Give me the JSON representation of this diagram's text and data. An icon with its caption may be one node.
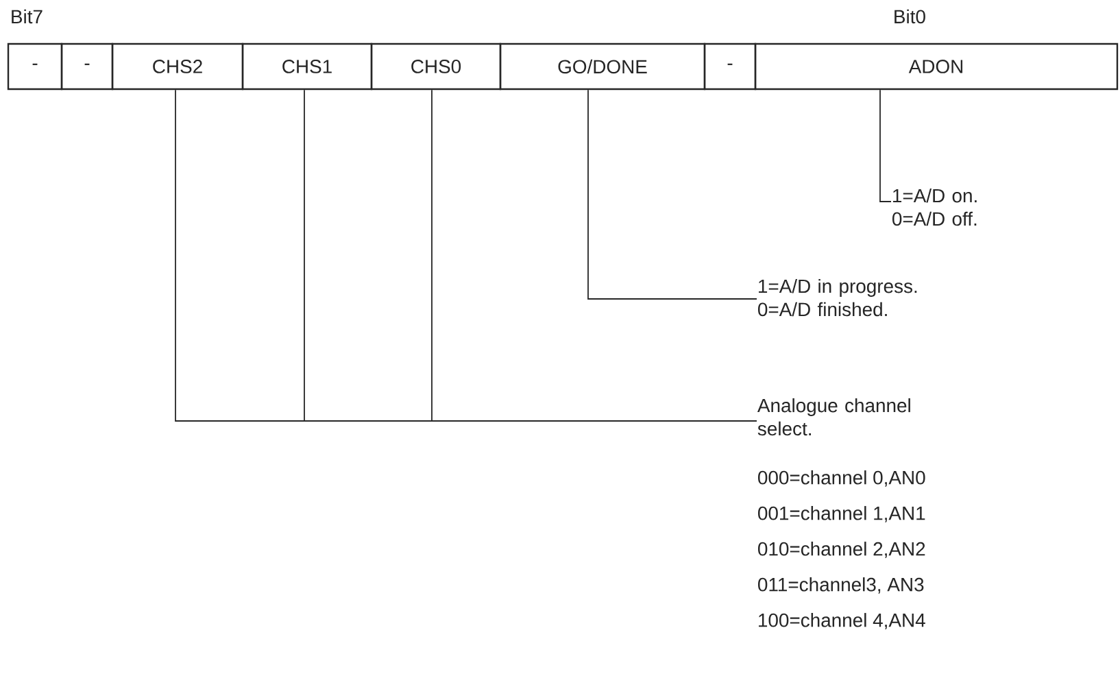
{
  "diagram": {
    "nodes": [
      {
        "text": [
          "-"
        ]
      },
      {
        "text": [
          "-"
        ]
      },
      {
        "text": [
          "CHS2"
        ]
      },
      {
        "text": [
          "CHS1"
        ]
      },
      {
        "text": [
          "CHS0"
        ]
      },
      {
        "text": [
          "GO/DONE"
        ]
      },
      {
        "text": [
          "-"
        ]
      },
      {
        "text": [
          "ADON"
        ]
      },
      {
        "text": [
          "1=A/D on. 0=A/D off."
        ]
      },
      {
        "text": [
          "1=A/D in progress. 0=A/D finished."
        ]
      },
      {
        "text": [
          "Analogue channel select."
        ]
      }
    ],
    "edges": [
      {
        "from": 7,
        "to": 8,
        "arrow": "none"
      },
      {
        "from": 5,
        "to": 9,
        "arrow": "none"
      },
      {
        "from": 2,
        "to": 10,
        "arrow": "none"
      },
      {
        "from": 3,
        "to": 10,
        "arrow": "none"
      },
      {
        "from": 4,
        "to": 10,
        "arrow": "none"
      }
    ],
    "labels": [
      "Bit7",
      "Bit0",
      "000=channel 0,AN0",
      "001=channel 1,AN1",
      "010=channel 2,AN2",
      "011=channel3, AN3",
      "100=channel 4,AN4"
    ]
  }
}
